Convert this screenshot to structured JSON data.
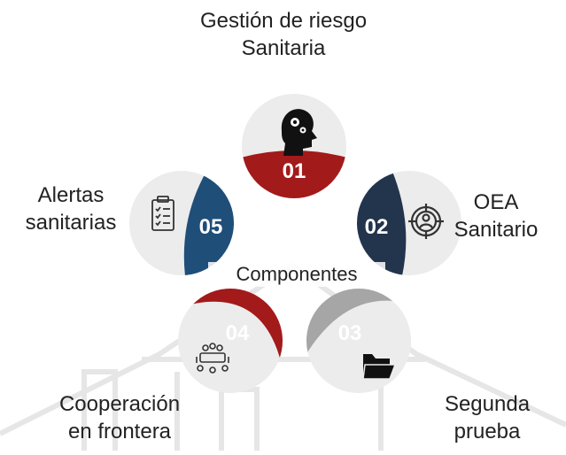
{
  "center_label": "Componentes",
  "colors": {
    "red": "#a31a1a",
    "navy": "#23344d",
    "gray": "#a6a6a6",
    "blue": "#1f4e79",
    "circle": "#ececec",
    "watermark": "#e6e6e6"
  },
  "components": [
    {
      "number": "01",
      "label_line1": "Gestión de riesgo",
      "label_line2": "Sanitaria",
      "icon": "head-gears-icon"
    },
    {
      "number": "02",
      "label_line1": "OEA",
      "label_line2": "Sanitario",
      "icon": "target-person-icon"
    },
    {
      "number": "03",
      "label_line1": "Segunda",
      "label_line2": "prueba",
      "icon": "folder-icon"
    },
    {
      "number": "04",
      "label_line1": "Cooperación",
      "label_line2": "en frontera",
      "icon": "meeting-people-icon"
    },
    {
      "number": "05",
      "label_line1": "Alertas",
      "label_line2": "sanitarias",
      "icon": "clipboard-checklist-icon"
    }
  ]
}
